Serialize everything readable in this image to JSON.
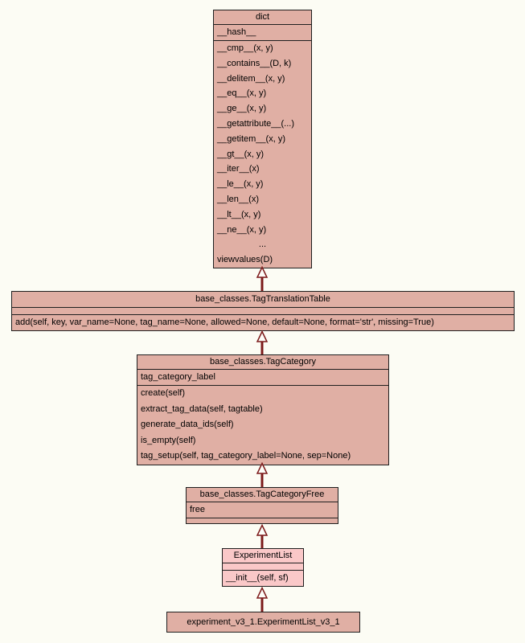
{
  "diagram": {
    "background": "#fcfcf4",
    "relation": "inheritance",
    "colors": {
      "node_fill": "#e0afa4",
      "highlight_fill": "#fac8c8",
      "border": "#1f1f1f",
      "arrow_stroke": "#7c1a1a",
      "arrowhead_fill": "#fdfdf8"
    }
  },
  "classes": {
    "dict": {
      "title": "dict",
      "attributes": [
        "__hash__"
      ],
      "methods": [
        "__cmp__(x, y)",
        "__contains__(D, k)",
        "__delitem__(x, y)",
        "__eq__(x, y)",
        "__ge__(x, y)",
        "__getattribute__(...)",
        "__getitem__(x, y)",
        "__gt__(x, y)",
        "__iter__(x)",
        "__le__(x, y)",
        "__len__(x)",
        "__lt__(x, y)",
        "__ne__(x, y)",
        "...",
        "viewvalues(D)"
      ]
    },
    "tag_translation_table": {
      "title": "base_classes.TagTranslationTable",
      "attributes": [],
      "methods": [
        "add(self, key, var_name=None, tag_name=None, allowed=None, default=None, format='str', missing=True)"
      ]
    },
    "tag_category": {
      "title": "base_classes.TagCategory",
      "attributes": [
        "tag_category_label"
      ],
      "methods": [
        "create(self)",
        "extract_tag_data(self, tagtable)",
        "generate_data_ids(self)",
        "is_empty(self)",
        "tag_setup(self, tag_category_label=None, sep=None)"
      ]
    },
    "tag_category_free": {
      "title": "base_classes.TagCategoryFree",
      "attributes": [
        "free"
      ],
      "methods": []
    },
    "experiment_list": {
      "title": "ExperimentList",
      "attributes": [],
      "methods": [
        "__init__(self, sf)"
      ]
    },
    "experiment_list_v3_1": {
      "title": "experiment_v3_1.ExperimentList_v3_1",
      "attributes": [],
      "methods": []
    }
  }
}
